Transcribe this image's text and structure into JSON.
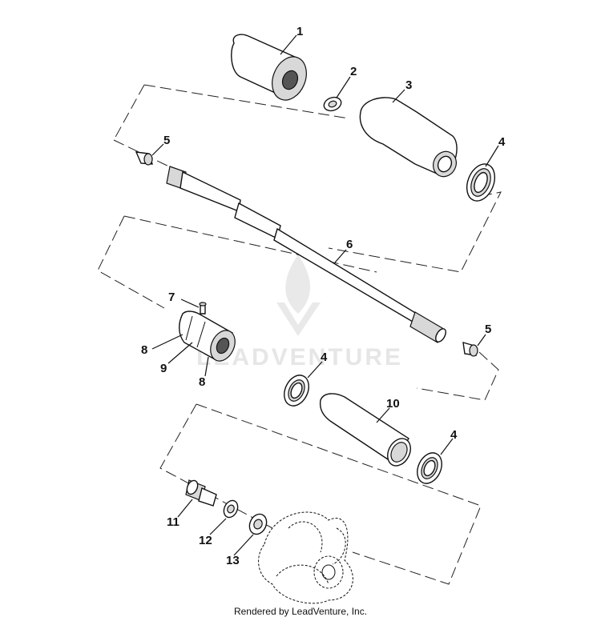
{
  "watermark": {
    "brand_text": "LEADVENTURE"
  },
  "footer": {
    "rendered_by": "Rendered by LeadVenture, Inc."
  },
  "callouts": {
    "c1": "1",
    "c2": "2",
    "c3": "3",
    "c4a": "4",
    "c5a": "5",
    "c6": "6",
    "c5b": "5",
    "c7": "7",
    "c8a": "8",
    "c9": "9",
    "c8b": "8",
    "c4b": "4",
    "c10": "10",
    "c4c": "4",
    "c11": "11",
    "c12": "12",
    "c13": "13"
  }
}
